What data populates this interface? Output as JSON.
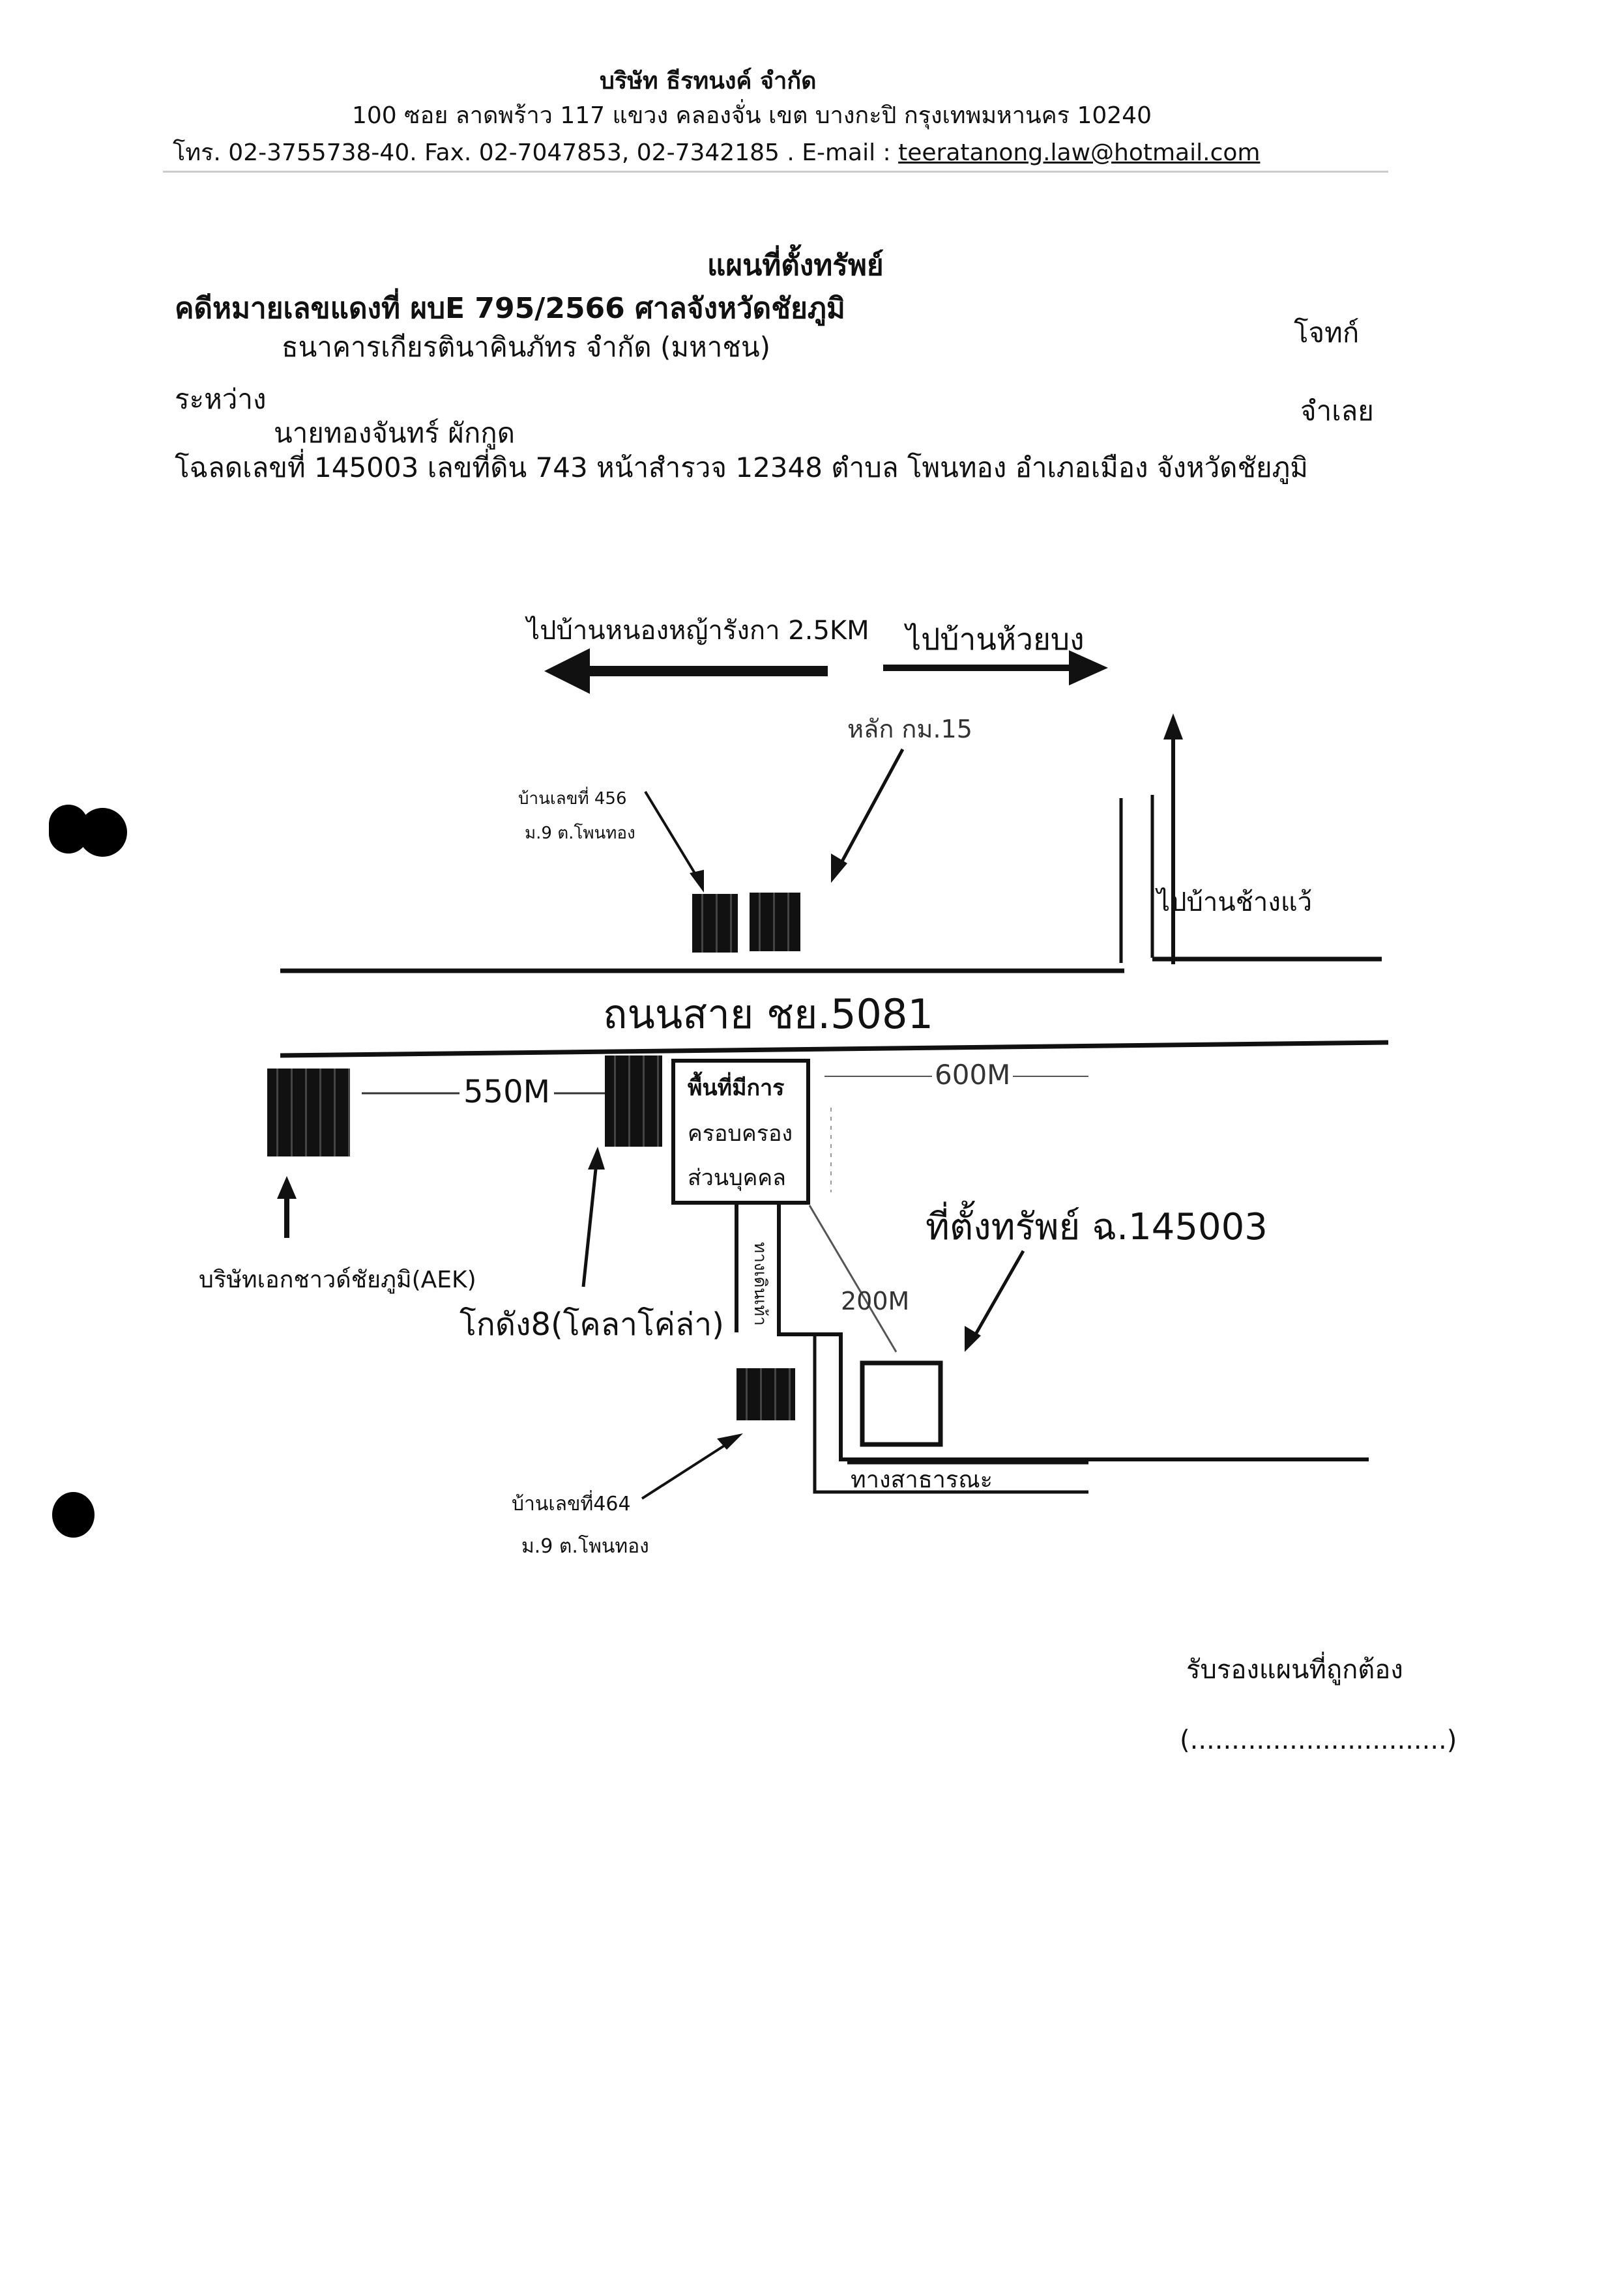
{
  "letterhead": {
    "company": "บริษัท  ธีรทนงค์ จำกัด",
    "address": "100   ซอย ลาดพร้าว 117    แขวง คลองจั่น    เขต บางกะปิ   กรุงเทพมหานคร  10240",
    "contact_prefix": "โทร. 02-3755738-40. Fax.  02-7047853, 02-7342185 . E-mail : ",
    "email": "teeratanong.law@hotmail.com"
  },
  "case": {
    "title": "แผนที่ตั้งทรัพย์",
    "case_number": "คดีหมายเลขแดงที่ ผบE 795/2566 ศาลจังหวัดชัยภูมิ",
    "plaintiff_name": "ธนาคารเกียรตินาคินภัทร จำกัด (มหาชน)",
    "plaintiff_role": "โจทก์",
    "between": "ระหว่าง",
    "defendant_name": "นายทองจันทร์ ผักกูด",
    "defendant_role": "จำเลย",
    "deed": "โฉลดเลขที่ 145003 เลขที่ดิน 743 หน้าสำรวจ 12348 ตำบล โพนทอง อำเภอเมือง จังหวัดชัยภูมิ"
  },
  "map": {
    "to_left": "ไปบ้านหนองหญ้ารังกา 2.5KM",
    "to_right": "ไปบ้านห้วยบง",
    "km_post": "หลัก กม.15",
    "house_456_line1": "บ้านเลขที่ 456",
    "house_456_line2": "ม.9 ต.โพนทอง",
    "to_chang_wae": "ไปบ้านช้างแว้",
    "road_name": "ถนนสาย ชย.5081",
    "dist_550": "550M",
    "dist_600": "600M",
    "dist_200": "200M",
    "private_area_line1": "พื้นที่มีการ",
    "private_area_line2": "ครอบครอง",
    "private_area_line3": "ส่วนบุคคล",
    "vertical_lane": "ทางเดินเท้า",
    "property_location": "ที่ตั้งทรัพย์ ฉ.145003",
    "company_aek": "บริษัทเอกชาวด์ชัยภูมิ(AEK)",
    "warehouse": "โกดัง8(โคลาโค่ล่า)",
    "public_way": "ทางสาธารณะ",
    "house_464_line1": "บ้านเลขที่464",
    "house_464_line2": "ม.9 ต.โพนทอง"
  },
  "certify": {
    "text": "รับรองแผนที่ถูกต้อง",
    "signature_line": "(...............................)"
  }
}
